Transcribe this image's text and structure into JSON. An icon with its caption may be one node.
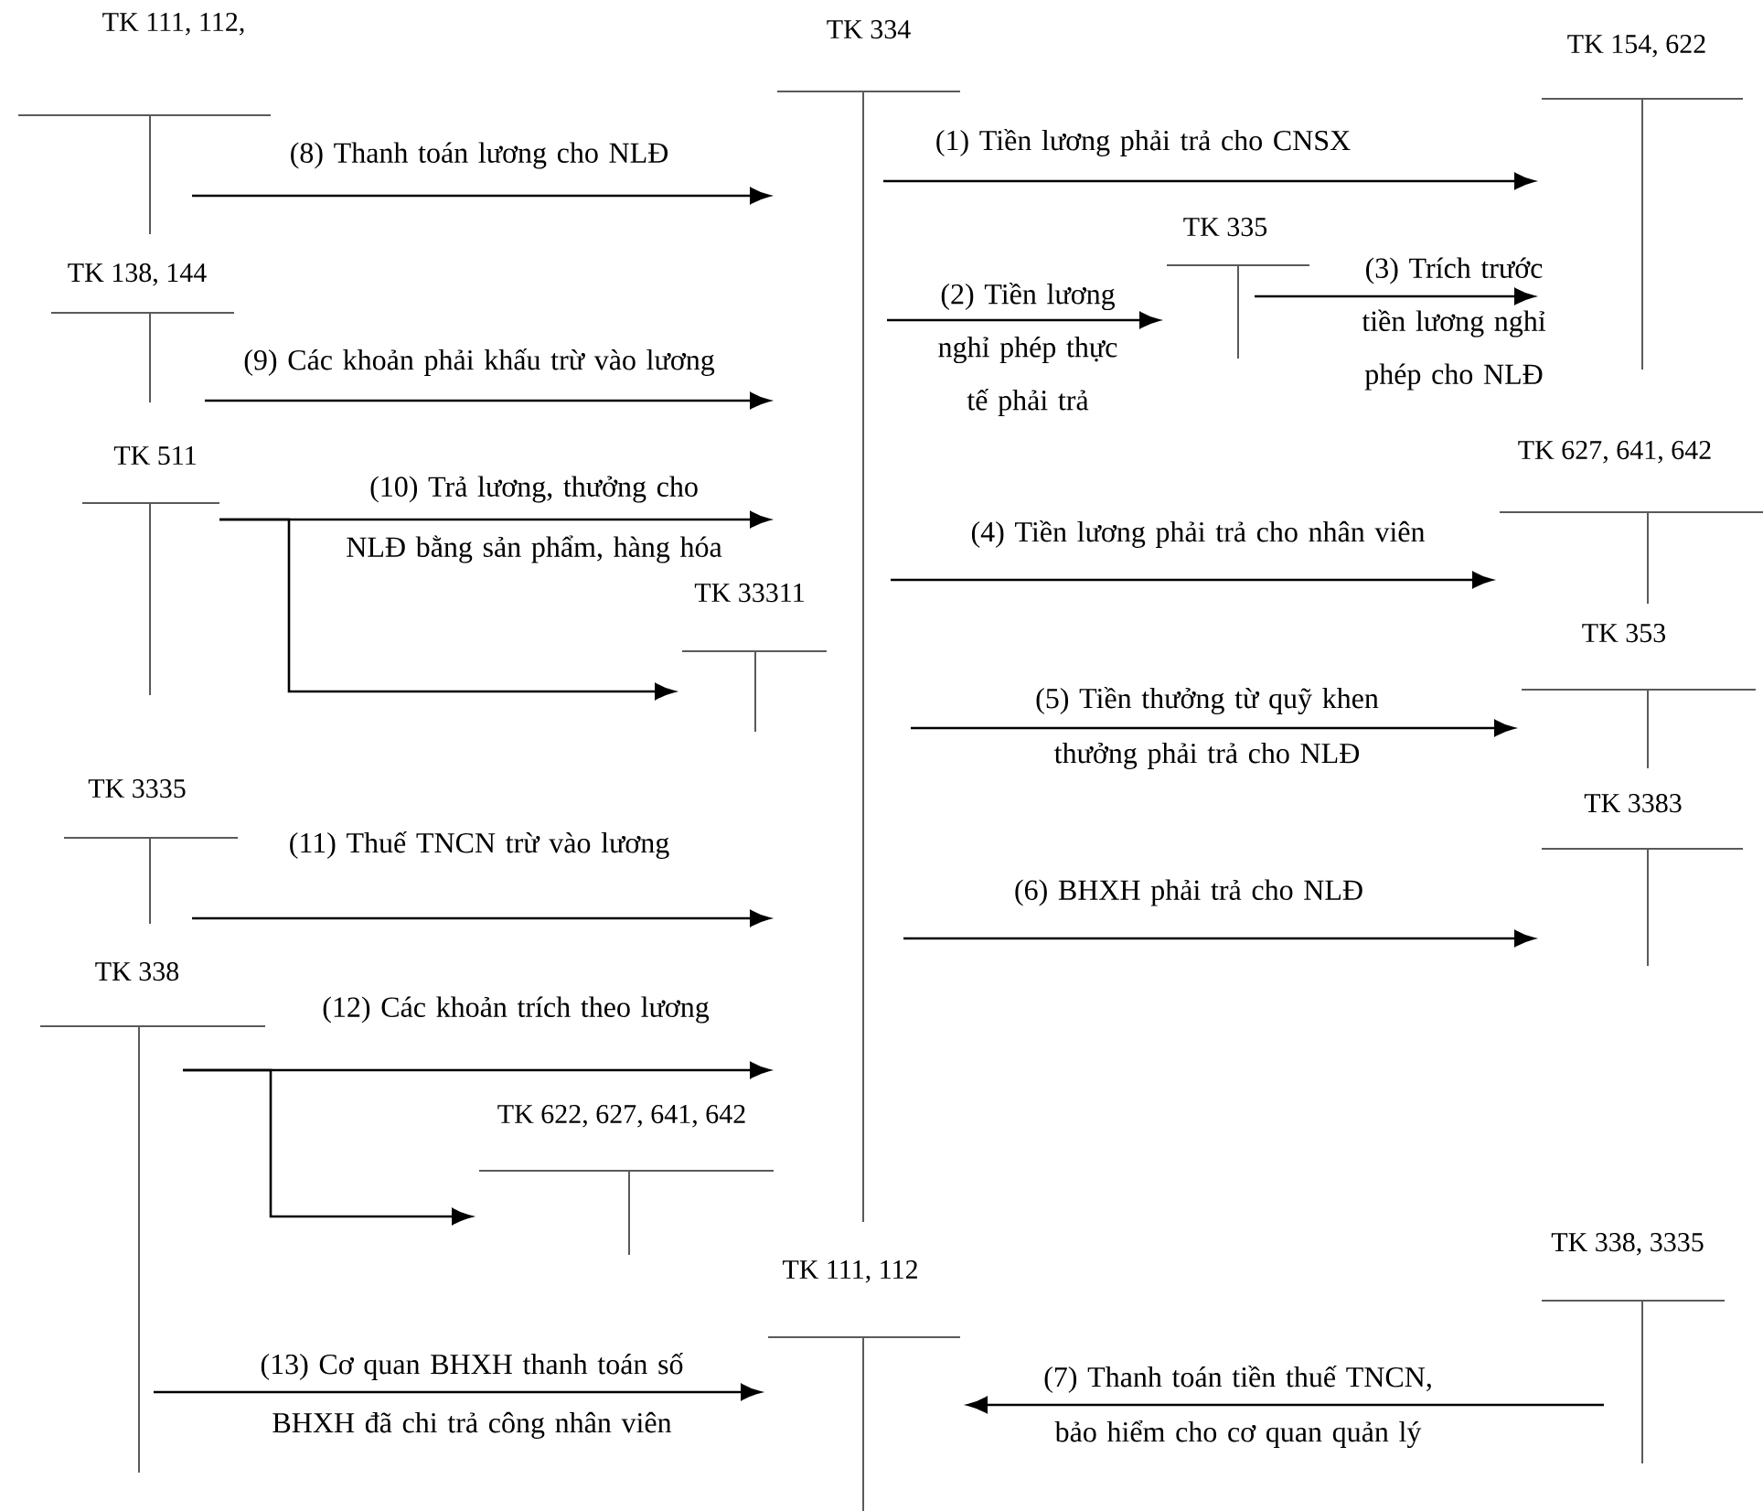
{
  "diagram": {
    "nodes": [
      {
        "text": [
          "TK 111, 112,"
        ]
      },
      {
        "text": [
          "TK 334"
        ]
      },
      {
        "text": [
          "TK 154, 622"
        ]
      },
      {
        "text": [
          "TK 138, 144"
        ]
      },
      {
        "text": [
          "TK 335"
        ]
      },
      {
        "text": [
          "TK 511"
        ]
      },
      {
        "text": [
          "TK 627, 641, 642"
        ]
      },
      {
        "text": [
          "TK 33311"
        ]
      },
      {
        "text": [
          "TK 353"
        ]
      },
      {
        "text": [
          "TK 3335"
        ]
      },
      {
        "text": [
          "TK 3383"
        ]
      },
      {
        "text": [
          "TK 338"
        ]
      },
      {
        "text": [
          "TK 622, 627, 641, 642"
        ]
      },
      {
        "text": [
          "TK 111, 112"
        ]
      },
      {
        "text": [
          "TK 338, 3335"
        ]
      }
    ],
    "edges": [
      {
        "from": 0,
        "to": 1,
        "arrow": "to",
        "label": "(8) Thanh toán lương cho NLĐ"
      },
      {
        "from": 1,
        "to": 2,
        "arrow": "to",
        "label": "(1) Tiền lương phải trả cho CNSX"
      },
      {
        "from": 1,
        "to": 4,
        "arrow": "to",
        "label": "(2) Tiền lương nghỉ phép thực tế phải trả"
      },
      {
        "from": 4,
        "to": 2,
        "arrow": "to",
        "label": "(3) Trích trước tiền lương nghỉ phép cho NLĐ"
      },
      {
        "from": 3,
        "to": 1,
        "arrow": "to",
        "label": "(9) Các khoản phải khấu trừ vào lương"
      },
      {
        "from": 5,
        "to": 1,
        "arrow": "to",
        "label": "(10) Trả lương, thưởng cho NLĐ bằng sản phẩm, hàng hóa"
      },
      {
        "from": 5,
        "to": 7,
        "arrow": "to"
      },
      {
        "from": 1,
        "to": 6,
        "arrow": "to",
        "label": "(4) Tiền lương phải trả cho nhân viên"
      },
      {
        "from": 1,
        "to": 8,
        "arrow": "to",
        "label": "(5) Tiền thưởng từ quỹ khen thưởng phải trả cho NLĐ"
      },
      {
        "from": 9,
        "to": 1,
        "arrow": "to",
        "label": "(11) Thuế TNCN trừ vào lương"
      },
      {
        "from": 1,
        "to": 10,
        "arrow": "to",
        "label": "(6) BHXH phải trả cho NLĐ"
      },
      {
        "from": 11,
        "to": 1,
        "arrow": "to",
        "label": "(12) Các khoản trích theo lương"
      },
      {
        "from": 11,
        "to": 12,
        "arrow": "to"
      },
      {
        "from": 11,
        "to": 13,
        "arrow": "to",
        "label": "(13) Cơ quan BHXH thanh toán số BHXH đã chi trả công nhân viên"
      },
      {
        "from": 14,
        "to": 13,
        "arrow": "to",
        "label": "(7) Thanh toán tiền thuế TNCN, bảo hiểm cho cơ quan quản lý"
      }
    ]
  }
}
